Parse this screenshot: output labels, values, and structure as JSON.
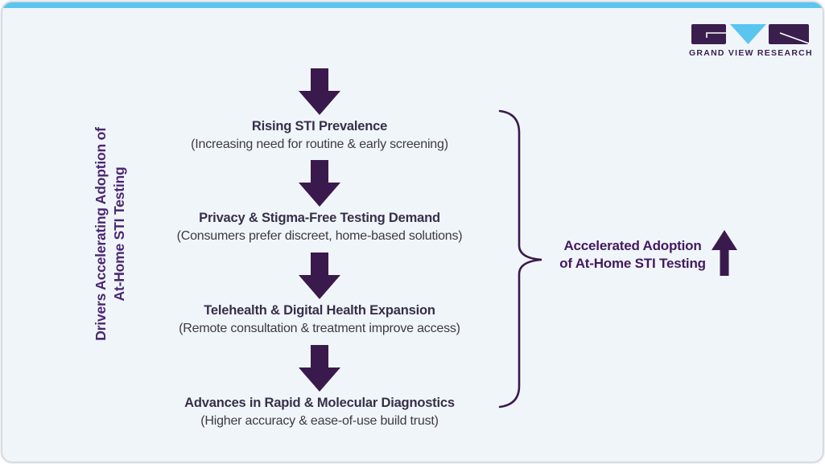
{
  "colors": {
    "card-bg": "#f0f5f9",
    "accent-blue": "#5ac6f0",
    "purple-dark": "#3a1a4d",
    "purple-text": "#4a2772",
    "outcome-purple": "#421a5f",
    "title-ink": "#372f4a",
    "body-ink": "#3d3a40",
    "logo-purple": "#3a1f4e",
    "border": "#ccd6dd"
  },
  "brand": {
    "name": "GRAND VIEW RESEARCH"
  },
  "side_title": {
    "line1": "Drivers Accelerating Adoption of",
    "line2": "At-Home STI Testing"
  },
  "drivers": [
    {
      "title": "Rising STI Prevalence",
      "subtitle": "(Increasing need for routine & early screening)"
    },
    {
      "title": "Privacy & Stigma-Free Testing Demand",
      "subtitle": "(Consumers prefer discreet, home-based solutions)"
    },
    {
      "title": "Telehealth & Digital Health Expansion",
      "subtitle": "(Remote consultation & treatment improve access)"
    },
    {
      "title": "Advances in Rapid & Molecular Diagnostics",
      "subtitle": "(Higher accuracy & ease-of-use build trust)"
    }
  ],
  "outcome": {
    "line1": "Accelerated Adoption",
    "line2": "of At-Home STI Testing"
  }
}
